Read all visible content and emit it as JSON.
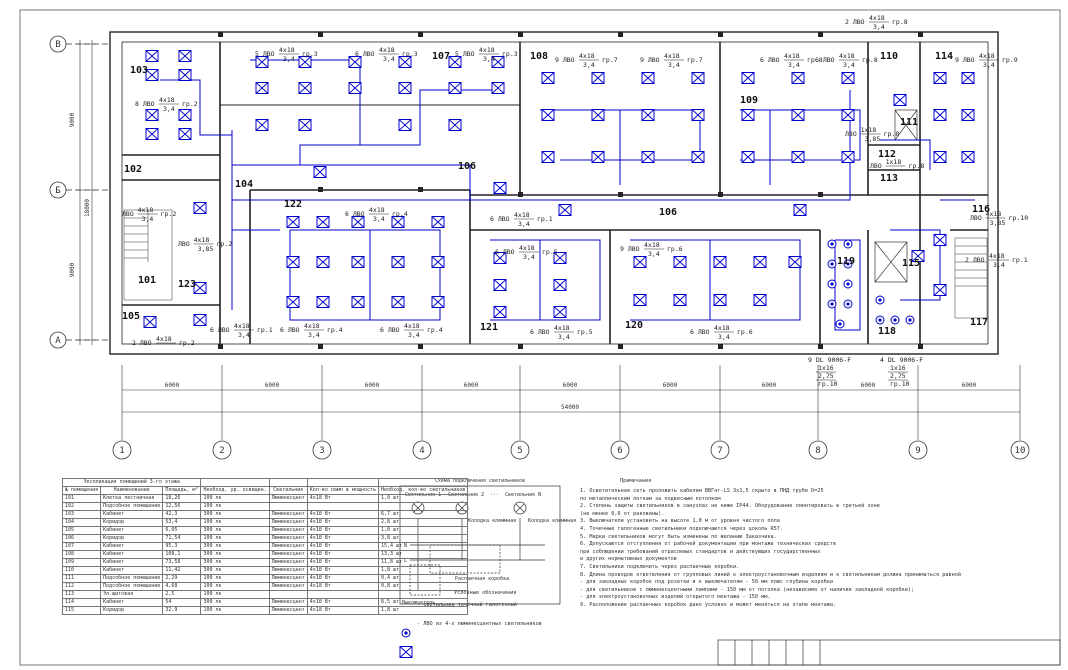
{
  "axes": {
    "rows": [
      "В",
      "Б",
      "А"
    ],
    "cols": [
      "1",
      "2",
      "3",
      "4",
      "5",
      "6",
      "7",
      "8",
      "9",
      "10"
    ],
    "spans": [
      "6000",
      "6000",
      "6000",
      "6000",
      "6000",
      "6000",
      "6000",
      "6000",
      "6000"
    ],
    "total": "54000",
    "vdims": [
      "9000",
      "9000"
    ],
    "vtotal": "18000"
  },
  "rooms": [
    {
      "num": "103"
    },
    {
      "num": "107"
    },
    {
      "num": "108"
    },
    {
      "num": "109"
    },
    {
      "num": "110"
    },
    {
      "num": "114"
    },
    {
      "num": "102"
    },
    {
      "num": "104"
    },
    {
      "num": "106"
    },
    {
      "num": "106"
    },
    {
      "num": "122"
    },
    {
      "num": "113"
    },
    {
      "num": "111"
    },
    {
      "num": "112"
    },
    {
      "num": "116"
    },
    {
      "num": "101"
    },
    {
      "num": "123"
    },
    {
      "num": "105"
    },
    {
      "num": "121"
    },
    {
      "num": "120"
    },
    {
      "num": "119"
    },
    {
      "num": "115"
    },
    {
      "num": "118"
    },
    {
      "num": "117"
    }
  ],
  "group_labels": [
    {
      "pre": "5 ЛВО",
      "frac": "4x18",
      "den": "3,4",
      "post": "гр.3"
    },
    {
      "pre": "6 ЛВО",
      "frac": "4x18",
      "den": "3,4",
      "post": "гр.3"
    },
    {
      "pre": "5 ЛВО",
      "frac": "4x18",
      "den": "3,4",
      "post": "гр.3"
    },
    {
      "pre": "9 ЛВО",
      "frac": "4x18",
      "den": "3,4",
      "post": "гр.7"
    },
    {
      "pre": "9 ЛВО",
      "frac": "4x18",
      "den": "3,4",
      "post": "гр.7"
    },
    {
      "pre": "6 ЛВО",
      "frac": "4x18",
      "den": "3,4",
      "post": "гр.8"
    },
    {
      "pre": "6 ЛВО",
      "frac": "4x18",
      "den": "3,4",
      "post": "гр.8"
    },
    {
      "pre": "2 ЛВО",
      "frac": "4x18",
      "den": "3,4",
      "post": "гр.8"
    },
    {
      "pre": "9 ЛВО",
      "frac": "4x18",
      "den": "3,4",
      "post": "гр.9"
    },
    {
      "pre": "8 ЛВО",
      "frac": "4x18",
      "den": "3,4",
      "post": "гр.2"
    },
    {
      "pre": "ЛВО",
      "frac": "4x18",
      "den": "3,4",
      "post": "гр.2"
    },
    {
      "pre": "6 ЛВО",
      "frac": "4x18",
      "den": "3,4",
      "post": "гр.4"
    },
    {
      "pre": "6 ЛВО",
      "frac": "4x18",
      "den": "3,4",
      "post": "гр.1"
    },
    {
      "pre": "9 ЛВО",
      "frac": "4x18",
      "den": "3,4",
      "post": "гр.6"
    },
    {
      "pre": "ЛВО",
      "frac": "4x18",
      "den": "3,85",
      "post": "гр.2"
    },
    {
      "pre": "6 ЛВО",
      "frac": "4x18",
      "den": "3,4",
      "post": "гр.1"
    },
    {
      "pre": "2 ЛВО",
      "frac": "4x18",
      "den": "",
      "post": "гр.2"
    },
    {
      "pre": "6 ЛВО",
      "frac": "4x18",
      "den": "3,4",
      "post": "гр.4"
    },
    {
      "pre": "6 ЛВО",
      "frac": "4x18",
      "den": "3,4",
      "post": "гр.4"
    },
    {
      "pre": "6 ЛВО",
      "frac": "4x18",
      "den": "3,4",
      "post": "гр.5"
    },
    {
      "pre": "6 ЛВО",
      "frac": "4x18",
      "den": "3,4",
      "post": "гр.5"
    },
    {
      "pre": "6 ЛВО",
      "frac": "4x18",
      "den": "3,4",
      "post": "гр.6"
    },
    {
      "pre": "2 ЛВО",
      "frac": "4x18",
      "den": "3,4",
      "post": "гр.1"
    },
    {
      "pre": "ЛВО",
      "frac": "4x18",
      "den": "3,85",
      "post": "гр.10"
    },
    {
      "pre": "ЛВО",
      "frac": "1x18",
      "den": "3,85",
      "post": "гр.8"
    },
    {
      "pre": "ЛВО",
      "frac": "1x18",
      "den": "",
      "post": "гр.8"
    }
  ],
  "dl_labels": [
    {
      "pre": "9 DL 9006-F",
      "frac": "1x16",
      "den": "2,75",
      "post": "гр.10"
    },
    {
      "pre": "4 DL 9006-F",
      "frac": "1x16",
      "den": "2,75",
      "post": "гр.10"
    }
  ],
  "table": {
    "title": "Экспликация помещений 3-го этажа",
    "headers": [
      "№ помещения",
      "Наименование",
      "Площадь, м²",
      "Необход. ур. освещен.",
      "Светильник",
      "Кол-во ламп в мощность",
      "Необход. кол-во светильников"
    ],
    "rows": [
      [
        "101",
        "Клетка лестничная",
        "18,26",
        "100 лк",
        "Люминесцент",
        "4х18 Вт",
        "1,0 шт"
      ],
      [
        "102",
        "Подсобное помещение",
        "12,56",
        "100 лк",
        "",
        "",
        ""
      ],
      [
        "103",
        "Кабинет",
        "42,3",
        "300 лк",
        "Люминесцент",
        "4х18 Вт",
        "6,7 шт"
      ],
      [
        "104",
        "Коридор",
        "53,4",
        "100 лк",
        "Люминесцент",
        "4х18 Вт",
        "2,8 шт"
      ],
      [
        "105",
        "Кабинет",
        "6,05",
        "300 лк",
        "Люминесцент",
        "4х18 Вт",
        "1,0 шт"
      ],
      [
        "106",
        "Коридор",
        "71,54",
        "100 лк",
        "Люминесцент",
        "4х18 Вт",
        "3,8 шт"
      ],
      [
        "107",
        "Кабинет",
        "95,3",
        "300 лк",
        "Люминесцент",
        "4х18 Вт",
        "15,4 шт"
      ],
      [
        "108",
        "Кабинет",
        "108,1",
        "300 лк",
        "Люминесцент",
        "4х18 Вт",
        "13,3 шт"
      ],
      [
        "109",
        "Кабинет",
        "73,58",
        "300 лк",
        "Люминесцент",
        "4х18 Вт",
        "11,8 шт"
      ],
      [
        "110",
        "Кабинет",
        "11,42",
        "300 лк",
        "Люминесцент",
        "4х18 Вт",
        "1,8 шт"
      ],
      [
        "111",
        "Подсобное помещение",
        "2,29",
        "100 лк",
        "Люминесцент",
        "4х18 Вт",
        "0,4 шт"
      ],
      [
        "112",
        "Подсобное помещение",
        "4,68",
        "100 лк",
        "Люминесцент",
        "4х18 Вт",
        "0,8 шт"
      ],
      [
        "113",
        "Эл.щитовая",
        "2,5",
        "100 лк",
        "",
        "",
        ""
      ],
      [
        "114",
        "Кабинет",
        "54",
        "300 лк",
        "Люминесцент",
        "4х18 Вт",
        "8,5 шт"
      ],
      [
        "115",
        "Коридор",
        "32,9",
        "100 лк",
        "Люминесцент",
        "4х18 Вт",
        "1,8 шт"
      ]
    ]
  },
  "scheme": {
    "title": "Схема подключения светильников",
    "lamp1": "Светильник 1",
    "lamp2": "Светильник 2",
    "dots": "···",
    "lampN": "Светильник N",
    "box_l": "Колодка клеммная",
    "box_r": "Колодка клеммная",
    "junction": "Распаечная коробка",
    "switch": "Выключатель",
    "N": "N",
    "L": "L"
  },
  "notes": {
    "title": "Примечания",
    "items": [
      "1. Осветительная сеть проложить кабелем ВВГнг-LS 3х1,5 скрыто в ПНД трубе D=25",
      "по металлическим лоткам за подвесным потолком",
      "2. Степень защиты светильников в санузлах не ниже IP44. Оборудование смонтировать в третьей зоне",
      "(не менее 0,6 от раковины).",
      "3. Выключатели установить на высоте 1,0 м от уровня чистого пола",
      "4. Точечные галогенные светильники подключаются через цоколь R57.",
      "5. Марки светильников могут быть изменены по желанию Заказчика.",
      "6. Допускаются отступления от рабочей документации при монтаже технических средств",
      "при соблюдении требований отраслевых стандартов и действующих государственных",
      "и других нормативных документов",
      "7. Светильники подключить через распаечные коробки.",
      "8. Длина проводов ответвления от групповых линий к электроустановочным изделиям и к светильникам должна приниматься равной",
      "- для закладных коробок под розетки и к выключателям - 50 мм плюс глубина коробки",
      "- для светильников с люминесцентными лампами - 150 мм от потолка (независимо от наличия закладной коробки);",
      "- для электроустановочных изделий открытого монтажа - 150 мм.",
      "9. Расположение распаечных коробок дано условно и может меняться на этапе монтажа."
    ]
  },
  "legend": {
    "title": "Условные обозначения",
    "item1": "- светильник точечный галогенный",
    "item2": "- ЛВО из 4-х люминесцентных светильников"
  },
  "colors": {
    "wire": "#0000cc",
    "line": "#222222"
  }
}
